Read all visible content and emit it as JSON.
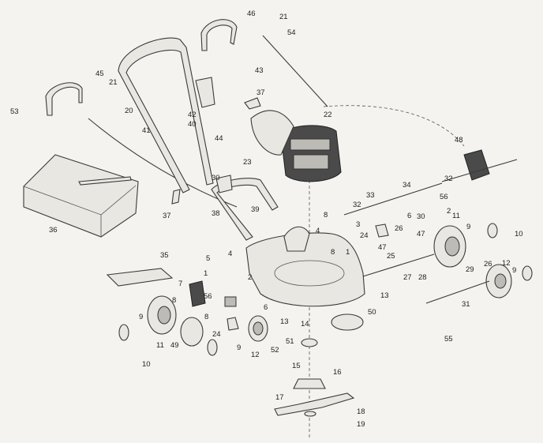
{
  "labels": [
    {
      "id": "p46",
      "text": "46"
    },
    {
      "id": "p21a",
      "text": "21"
    },
    {
      "id": "p54",
      "text": "54"
    },
    {
      "id": "p45",
      "text": "45"
    },
    {
      "id": "p21b",
      "text": "21"
    },
    {
      "id": "p43",
      "text": "43"
    },
    {
      "id": "p53",
      "text": "53"
    },
    {
      "id": "p20",
      "text": "20"
    },
    {
      "id": "p37a",
      "text": "37"
    },
    {
      "id": "p42",
      "text": "42"
    },
    {
      "id": "p40",
      "text": "40"
    },
    {
      "id": "p22",
      "text": "22"
    },
    {
      "id": "p41",
      "text": "41"
    },
    {
      "id": "p44",
      "text": "44"
    },
    {
      "id": "p48",
      "text": "48"
    },
    {
      "id": "p23",
      "text": "23"
    },
    {
      "id": "p30a",
      "text": "30"
    },
    {
      "id": "p32a",
      "text": "32"
    },
    {
      "id": "p36",
      "text": "36"
    },
    {
      "id": "p37b",
      "text": "37"
    },
    {
      "id": "p38",
      "text": "38"
    },
    {
      "id": "p39",
      "text": "39"
    },
    {
      "id": "p34",
      "text": "34"
    },
    {
      "id": "p33",
      "text": "33"
    },
    {
      "id": "p56a",
      "text": "56"
    },
    {
      "id": "p32b",
      "text": "32"
    },
    {
      "id": "p8a",
      "text": "8"
    },
    {
      "id": "p6a",
      "text": "6"
    },
    {
      "id": "p2a",
      "text": "2"
    },
    {
      "id": "p3",
      "text": "3"
    },
    {
      "id": "p30b",
      "text": "30"
    },
    {
      "id": "p11a",
      "text": "11"
    },
    {
      "id": "p24a",
      "text": "24"
    },
    {
      "id": "p26a",
      "text": "26"
    },
    {
      "id": "p4a",
      "text": "4"
    },
    {
      "id": "p47a",
      "text": "47"
    },
    {
      "id": "p9a",
      "text": "9"
    },
    {
      "id": "p10a",
      "text": "10"
    },
    {
      "id": "p8b",
      "text": "8"
    },
    {
      "id": "p1a",
      "text": "1"
    },
    {
      "id": "p35",
      "text": "35"
    },
    {
      "id": "p5",
      "text": "5"
    },
    {
      "id": "p4b",
      "text": "4"
    },
    {
      "id": "p47b",
      "text": "47"
    },
    {
      "id": "p25",
      "text": "25"
    },
    {
      "id": "p26b",
      "text": "26"
    },
    {
      "id": "p12a",
      "text": "12"
    },
    {
      "id": "p1b",
      "text": "1"
    },
    {
      "id": "p7",
      "text": "7"
    },
    {
      "id": "p2b",
      "text": "2"
    },
    {
      "id": "p27",
      "text": "27"
    },
    {
      "id": "p28",
      "text": "28"
    },
    {
      "id": "p29",
      "text": "29"
    },
    {
      "id": "p9b",
      "text": "9"
    },
    {
      "id": "p8c",
      "text": "8"
    },
    {
      "id": "p56b",
      "text": "56"
    },
    {
      "id": "p13a",
      "text": "13"
    },
    {
      "id": "p6b",
      "text": "6"
    },
    {
      "id": "p31",
      "text": "31"
    },
    {
      "id": "p8d",
      "text": "8"
    },
    {
      "id": "p9c",
      "text": "9"
    },
    {
      "id": "p13b",
      "text": "13"
    },
    {
      "id": "p14",
      "text": "14"
    },
    {
      "id": "p50",
      "text": "50"
    },
    {
      "id": "p24b",
      "text": "24"
    },
    {
      "id": "p11b",
      "text": "11"
    },
    {
      "id": "p49",
      "text": "49"
    },
    {
      "id": "p9d",
      "text": "9"
    },
    {
      "id": "p12b",
      "text": "12"
    },
    {
      "id": "p51",
      "text": "51"
    },
    {
      "id": "p52",
      "text": "52"
    },
    {
      "id": "p55",
      "text": "55"
    },
    {
      "id": "p10b",
      "text": "10"
    },
    {
      "id": "p15",
      "text": "15"
    },
    {
      "id": "p16",
      "text": "16"
    },
    {
      "id": "p17",
      "text": "17"
    },
    {
      "id": "p18",
      "text": "18"
    },
    {
      "id": "p19",
      "text": "19"
    }
  ]
}
